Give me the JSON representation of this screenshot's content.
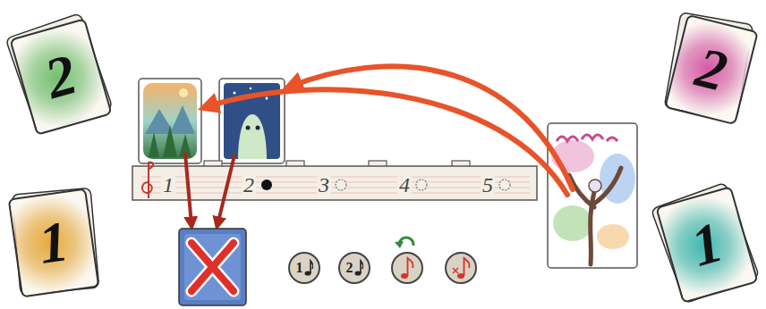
{
  "diagram": {
    "nodes": [
      {
        "text": [
          "2"
        ]
      },
      {
        "text": [
          "2"
        ]
      },
      {
        "text": [
          "1"
        ]
      },
      {
        "text": [
          "1"
        ]
      },
      {
        "text": [
          "1"
        ]
      },
      {
        "text": [
          "2"
        ]
      }
    ],
    "labels": [
      "1",
      "2",
      "3",
      "4",
      "5"
    ]
  }
}
